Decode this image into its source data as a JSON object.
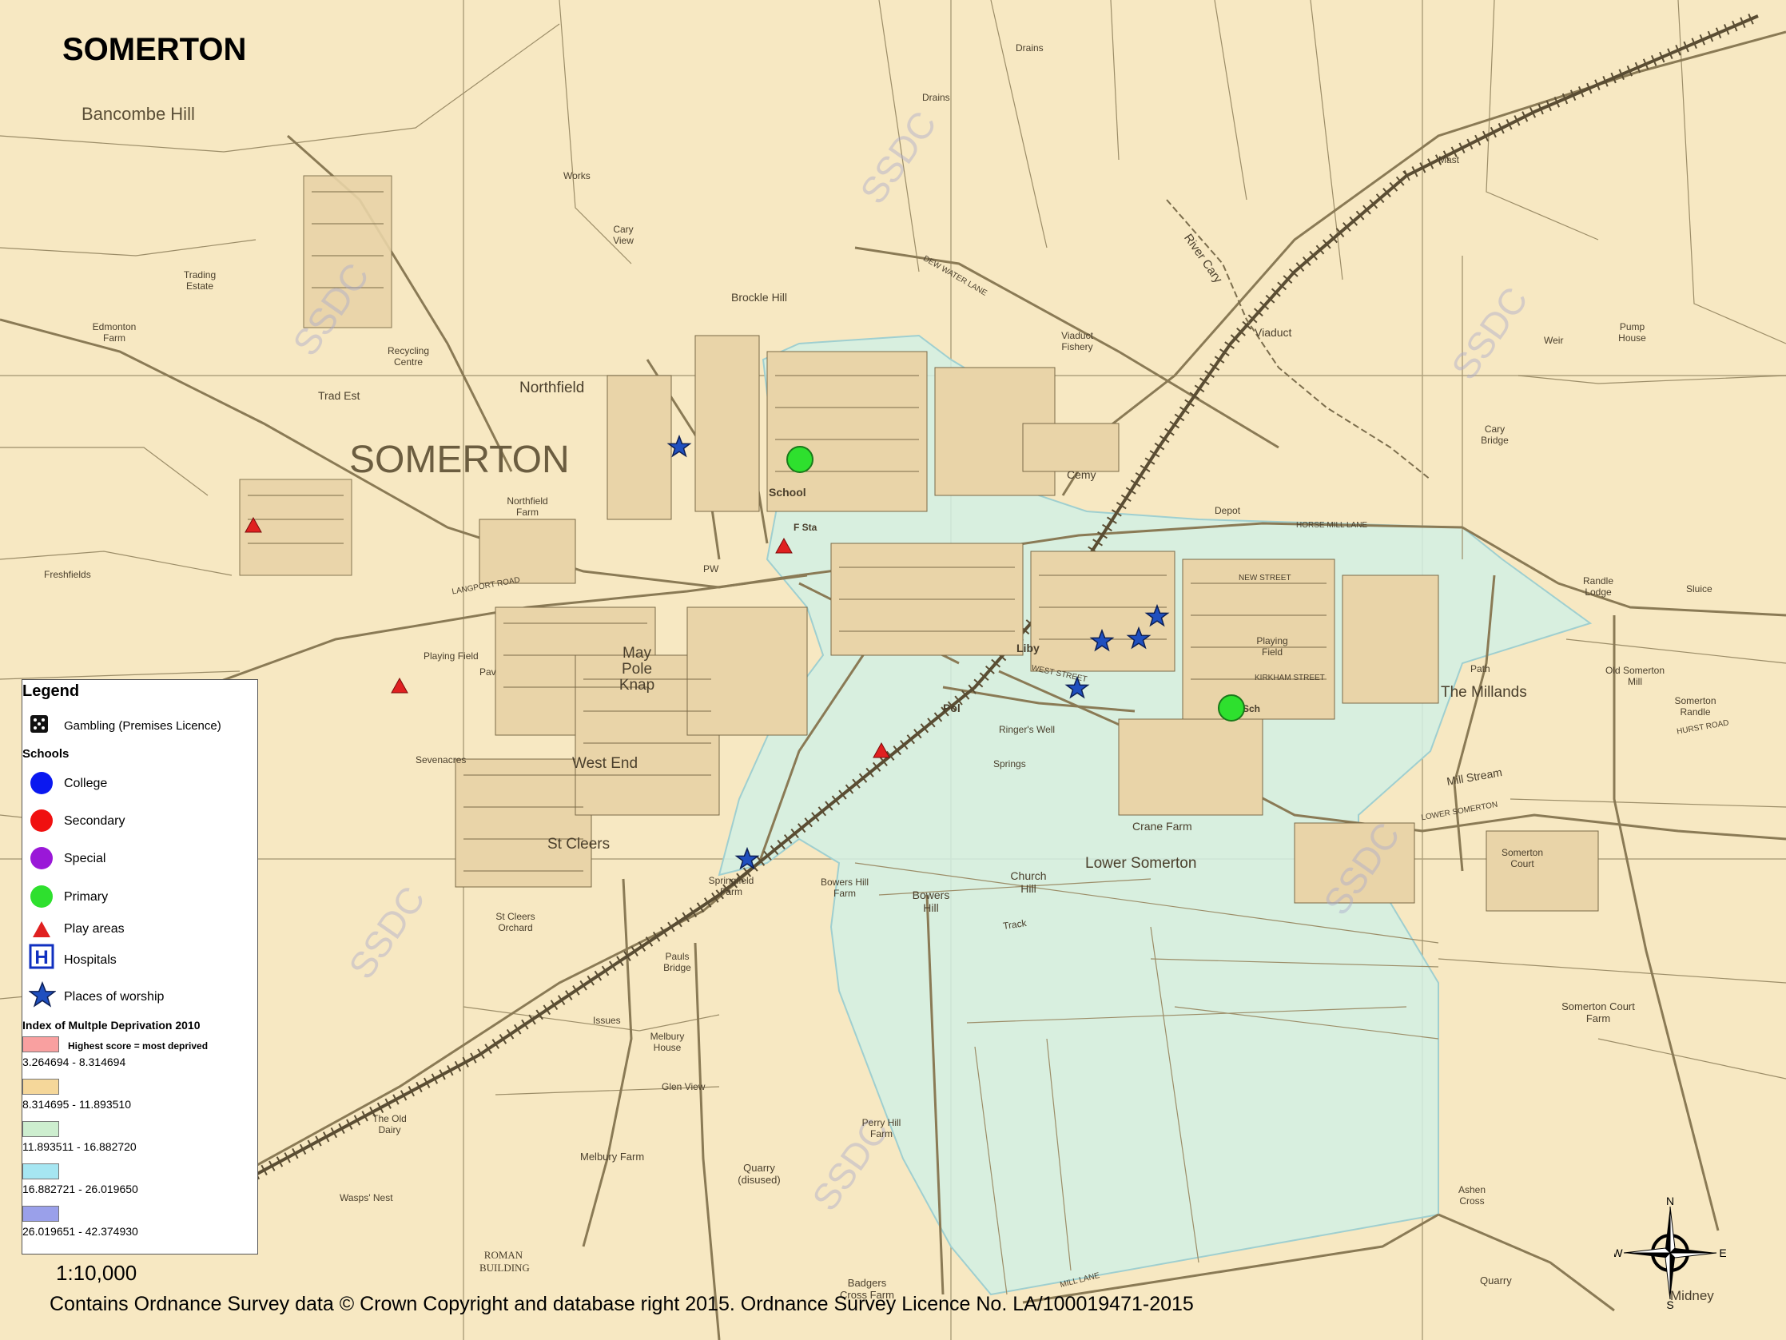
{
  "map": {
    "title": "SOMERTON",
    "scale": "1:10,000",
    "copyright": "Contains Ordnance Survey data © Crown Copyright and database right 2015. Ordnance Survey Licence No. LA/100019471-2015",
    "watermark": "SSDC",
    "colors": {
      "base": "#f7e8c2",
      "deprivation_zone": "#d2f0e4",
      "roads": "#8a7a55",
      "primary_school": "#2ee02e",
      "play_area": "#e02020",
      "worship": "#1f4fbf"
    }
  },
  "labels": {
    "somerton_big": "SOMERTON",
    "bancombe_hill": "Bancombe Hill",
    "northfield": "Northfield",
    "northfield_farm": "Northfield Farm",
    "trad_est": "Trad Est",
    "trading_estate": "Trading Estate",
    "edmonton_farm": "Edmonton Farm",
    "recycling_centre": "Recycling Centre",
    "brockle_hill": "Brockle Hill",
    "cary_view": "Cary View",
    "works": "Works",
    "school": "School",
    "f_sta": "F Sta",
    "cemy": "Cemy",
    "viaduct_fishery": "Viaduct Fishery",
    "viaduct": "Viaduct",
    "river_cary": "River Cary",
    "drains_top": "Drains",
    "drains": "Drains",
    "may_pole_knap": "May Pole Knap",
    "west_end": "West End",
    "st_cleers": "St Cleers",
    "st_cleers_orchard": "St Cleers Orchard",
    "playing_field_west": "Playing Field",
    "pav": "Pav",
    "sevenacres": "Sevenacres",
    "liby": "Liby",
    "pol": "Pol",
    "pw": "PW",
    "ringers_well": "Ringer's Well",
    "springs": "Springs",
    "crane_farm": "Crane Farm",
    "lower_somerton": "Lower Somerton",
    "church_hill": "Church Hill",
    "bowers_hill": "Bowers Hill",
    "bowers_hill_farm": "Bowers Hill Farm",
    "the_millands": "The Millands",
    "playing_field_east": "Playing Field",
    "sch": "Sch",
    "mill_stream": "Mill Stream",
    "randle_lodge": "Randle Lodge",
    "old_somerton_mill": "Old Somerton Mill",
    "somerton_randle": "Somerton Randle",
    "somerton_court": "Somerton Court",
    "somerton_court_farm": "Somerton Court Farm",
    "cary_bridge": "Cary Bridge",
    "weir": "Weir",
    "pump_house": "Pump House",
    "mast": "Mast",
    "sluice": "Sluice",
    "depot": "Depot",
    "springfield_farm": "Springfield Farm",
    "pauls_bridge": "Pauls Bridge",
    "issues": "Issues",
    "melbury_house": "Melbury House",
    "melbury_farm": "Melbury Farm",
    "glen_view": "Glen View",
    "perry_hill_farm": "Perry Hill Farm",
    "quarry_disused": "Quarry (disused)",
    "the_old_dairy": "The Old Dairy",
    "wasps_nest": "Wasps' Nest",
    "roman_building": "ROMAN BUILDING",
    "badgers_cross_farm": "Badgers Cross Farm",
    "ashen_cross": "Ashen Cross",
    "quarry": "Quarry",
    "midney": "Midney",
    "freshfields": "Freshfields",
    "langport_road": "LANGPORT ROAD",
    "horse_mill_lane": "HORSE MILL LANE",
    "mill_lane": "MILL LANE",
    "dew_water_lane": "DEW WATER LANE",
    "lower_somerton_road": "LOWER SOMERTON",
    "hurst_road": "HURST ROAD",
    "new_street": "NEW STREET",
    "kirkham_street": "KIRKHAM STREET",
    "west_street": "WEST STREET",
    "track": "Track",
    "path": "Path"
  },
  "legend": {
    "title": "Legend",
    "gambling": "Gambling (Premises Licence)",
    "schools_title": "Schools",
    "college": "College",
    "secondary": "Secondary",
    "special": "Special",
    "primary": "Primary",
    "play_areas": "Play areas",
    "hospitals": "Hospitals",
    "worship": "Places of worship",
    "imd_title": "Index of Multple Deprivation 2010",
    "imd_note": "Highest score = most deprived",
    "ranges": [
      {
        "label": "3.264694 - 8.314694",
        "color": "#f9a0a0"
      },
      {
        "label": "8.314695 - 11.893510",
        "color": "#f5d79a"
      },
      {
        "label": "11.893511 - 16.882720",
        "color": "#cdeecf"
      },
      {
        "label": "16.882721 - 26.019650",
        "color": "#a6e6f2"
      },
      {
        "label": "26.019651 - 42.374930",
        "color": "#9aa0ea"
      }
    ]
  },
  "compass": {
    "n": "N",
    "s": "S",
    "e": "E",
    "w": "W"
  }
}
